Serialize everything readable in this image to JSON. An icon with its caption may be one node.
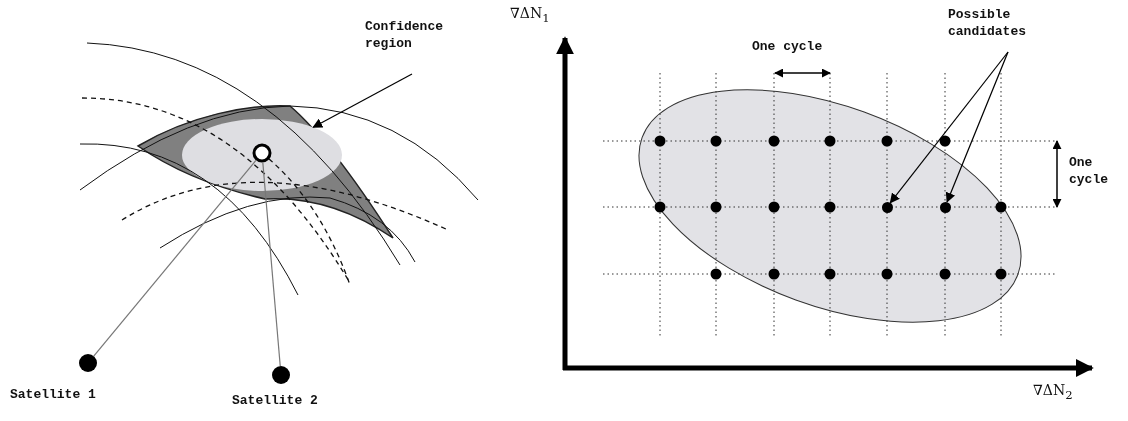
{
  "diagram": {
    "nodes": [
      {
        "text": [
          "Confidence region"
        ]
      },
      {
        "text": [],
        "shape": "ellipse"
      },
      {
        "text": [],
        "shape": "circle",
        "in": 1
      },
      {
        "text": [],
        "shape": "circle",
        "beside": [
          "Satellite 1"
        ]
      },
      {
        "text": [],
        "shape": "circle",
        "beside": [
          "Satellite 2"
        ]
      },
      {
        "text": [
          "Possible candidates"
        ]
      },
      {
        "text": [],
        "shape": "circle"
      },
      {
        "text": [],
        "shape": "circle"
      }
    ],
    "edges": [
      {
        "from": 0,
        "to": 1,
        "arrow": "to"
      },
      {
        "from": 3,
        "to": 2,
        "arrow": "none",
        "color": "#777777"
      },
      {
        "from": 4,
        "to": 2,
        "arrow": "none",
        "color": "#777777"
      },
      {
        "from": 5,
        "to": 6,
        "arrow": "to"
      },
      {
        "from": 5,
        "to": 7,
        "arrow": "to"
      }
    ],
    "labels": [
      "∇ΔN$_{1}$",
      "One cycle",
      "One cycle",
      "∇ΔN$_{2}$"
    ]
  }
}
